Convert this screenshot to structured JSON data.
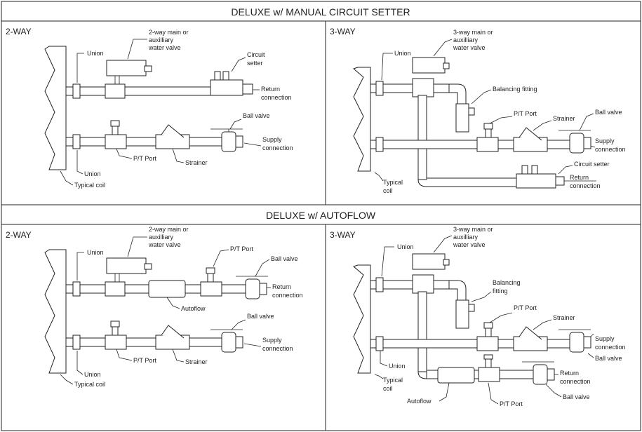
{
  "sections": {
    "top": {
      "title": "DELUXE w/ MANUAL CIRCUIT SETTER"
    },
    "bottom": {
      "title": "DELUXE w/ AUTOFLOW"
    }
  },
  "panels": {
    "tl": {
      "label": "2-WAY",
      "union_top": "Union",
      "valve": [
        "2-way main or",
        "auxilliary",
        "water valve"
      ],
      "circuit_setter": [
        "Circuit",
        "setter"
      ],
      "return_conn": [
        "Return",
        "connection"
      ],
      "ball_valve": "Ball valve",
      "supply_conn": [
        "Supply",
        "connection"
      ],
      "union_bottom": "Union",
      "pt_port": "P/T Port",
      "strainer": "Strainer",
      "typical_coil": "Typical coil"
    },
    "tr": {
      "label": "3-WAY",
      "union": "Union",
      "valve": [
        "3-way main or",
        "auxilliary",
        "water valve"
      ],
      "balancing": "Balancing fitting",
      "pt_port": "P/T Port",
      "strainer": "Strainer",
      "ball_valve": "Ball valve",
      "supply_conn": [
        "Supply",
        "connection"
      ],
      "circuit_setter": "Circuit setter",
      "return_conn": [
        "Return",
        "connection"
      ],
      "typical_coil": [
        "Typical",
        "coil"
      ]
    },
    "bl": {
      "label": "2-WAY",
      "union_top": "Union",
      "valve": [
        "2-way main or",
        "auxilliary",
        "water valve"
      ],
      "pt_port_top": "P/T Port",
      "ball_valve_top": "Ball valve",
      "return_conn": [
        "Return",
        "connection"
      ],
      "autoflow": "Autoflow",
      "ball_valve_bottom": "Ball valve",
      "supply_conn": [
        "Supply",
        "connection"
      ],
      "union_bottom": "Union",
      "pt_port_bottom": "P/T Port",
      "strainer": "Strainer",
      "typical_coil": "Typical coil"
    },
    "br": {
      "label": "3-WAY",
      "union_top": "Union",
      "valve": [
        "3-way main or",
        "auxilliary",
        "water valve"
      ],
      "balancing": [
        "Balancing",
        "fitting"
      ],
      "pt_port_top": "P/T Port",
      "strainer": "Strainer",
      "supply_conn": [
        "Supply",
        "connection"
      ],
      "ball_valve_right": "Ball valve",
      "union_bottom": "Union",
      "typical_coil": [
        "Typical",
        "coil"
      ],
      "return_conn": [
        "Return",
        "connection"
      ],
      "autoflow": "Autoflow",
      "pt_port_bottom": "P/T Port",
      "ball_valve_bottom": "Ball valve"
    }
  }
}
